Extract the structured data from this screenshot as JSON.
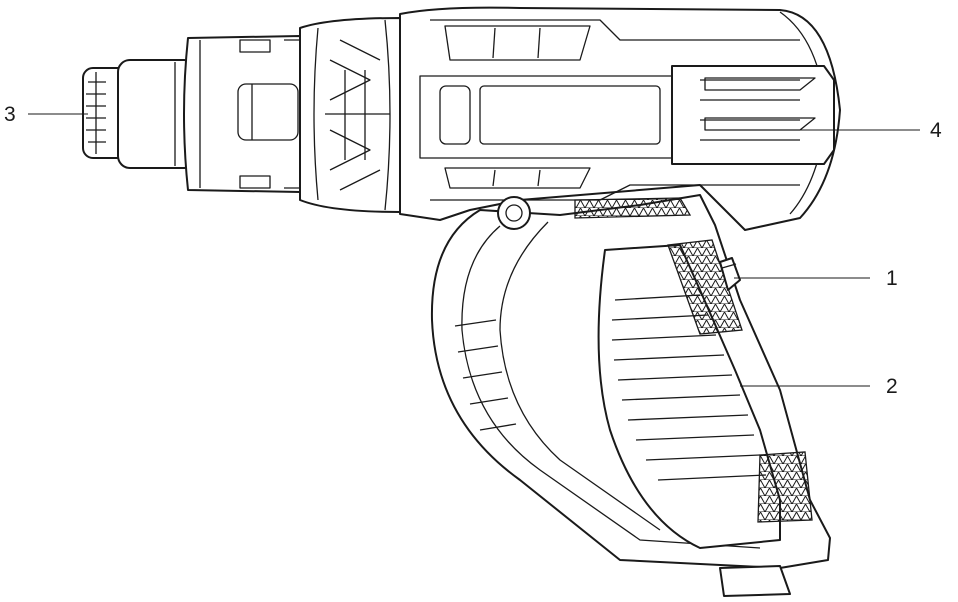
{
  "diagram": {
    "subject": "heat-gun",
    "callouts": [
      {
        "id": "1",
        "label": "1"
      },
      {
        "id": "2",
        "label": "2"
      },
      {
        "id": "3",
        "label": "3"
      },
      {
        "id": "4",
        "label": "4"
      }
    ]
  },
  "colors": {
    "line": "#1a1a1a",
    "background": "#ffffff"
  }
}
